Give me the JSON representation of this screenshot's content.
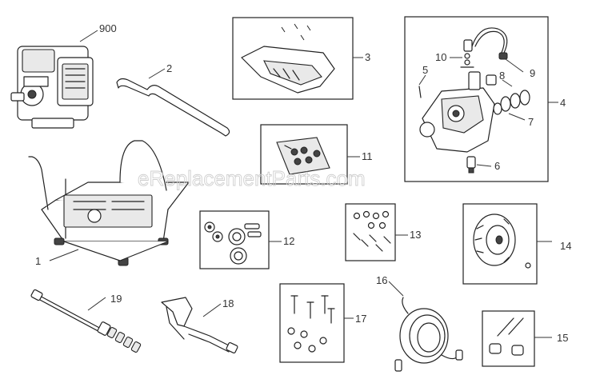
{
  "watermark": "eReplacementParts.com",
  "callouts": {
    "c900": "900",
    "c2": "2",
    "c3": "3",
    "c4": "4",
    "c5": "5",
    "c6": "6",
    "c7": "7",
    "c8": "8",
    "c9": "9",
    "c10": "10",
    "c11": "11",
    "c12": "12",
    "c13": "13",
    "c14": "14",
    "c15": "15",
    "c16": "16",
    "c17": "17",
    "c18": "18",
    "c19": "19",
    "c1": "1"
  }
}
